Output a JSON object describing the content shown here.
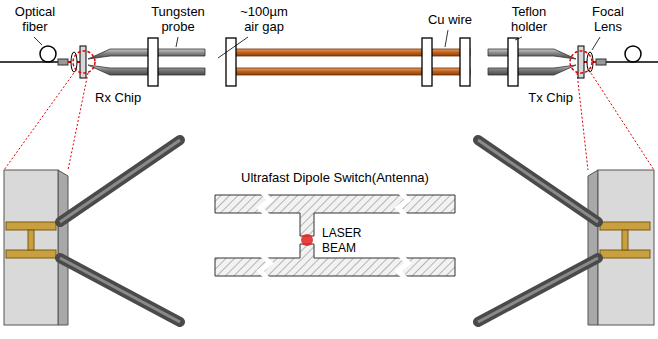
{
  "diagram": {
    "labels": [
      "Optical fiber",
      "Tungsten probe",
      "~100µm air gap",
      "Cu wire",
      "Teflon holder",
      "Focal Lens",
      "Rx Chip",
      "Tx Chip",
      "Ultrafast Dipole Switch(Antenna)",
      "LASER BEAM"
    ]
  }
}
